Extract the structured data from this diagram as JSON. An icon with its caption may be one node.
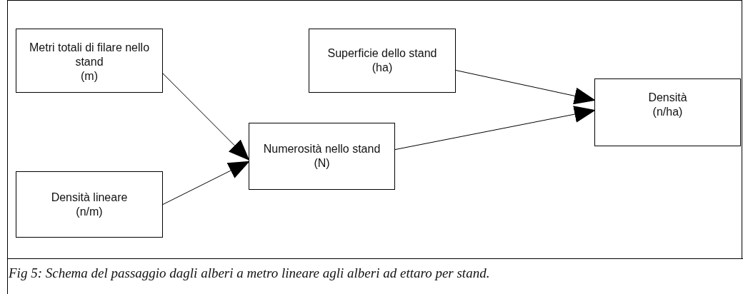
{
  "diagram": {
    "caption": "Fig 5: Schema del passaggio dagli alberi a metro lineare agli alberi ad ettaro per stand.",
    "nodes": [
      {
        "text": [
          "Metri totali di filare nello stand",
          "(m)"
        ]
      },
      {
        "text": [
          "Densità lineare",
          "(n/m)"
        ]
      },
      {
        "text": [
          "Superficie dello stand (ha)"
        ]
      },
      {
        "text": [
          "Numerosità nello stand",
          "(N)"
        ]
      },
      {
        "text": [
          "Densità",
          "(n/ha)"
        ]
      }
    ],
    "edges": [
      {
        "from": 0,
        "to": 3,
        "arrow": "to"
      },
      {
        "from": 1,
        "to": 3,
        "arrow": "to"
      },
      {
        "from": 2,
        "to": 4,
        "arrow": "to"
      },
      {
        "from": 3,
        "to": 4,
        "arrow": "to"
      }
    ]
  }
}
